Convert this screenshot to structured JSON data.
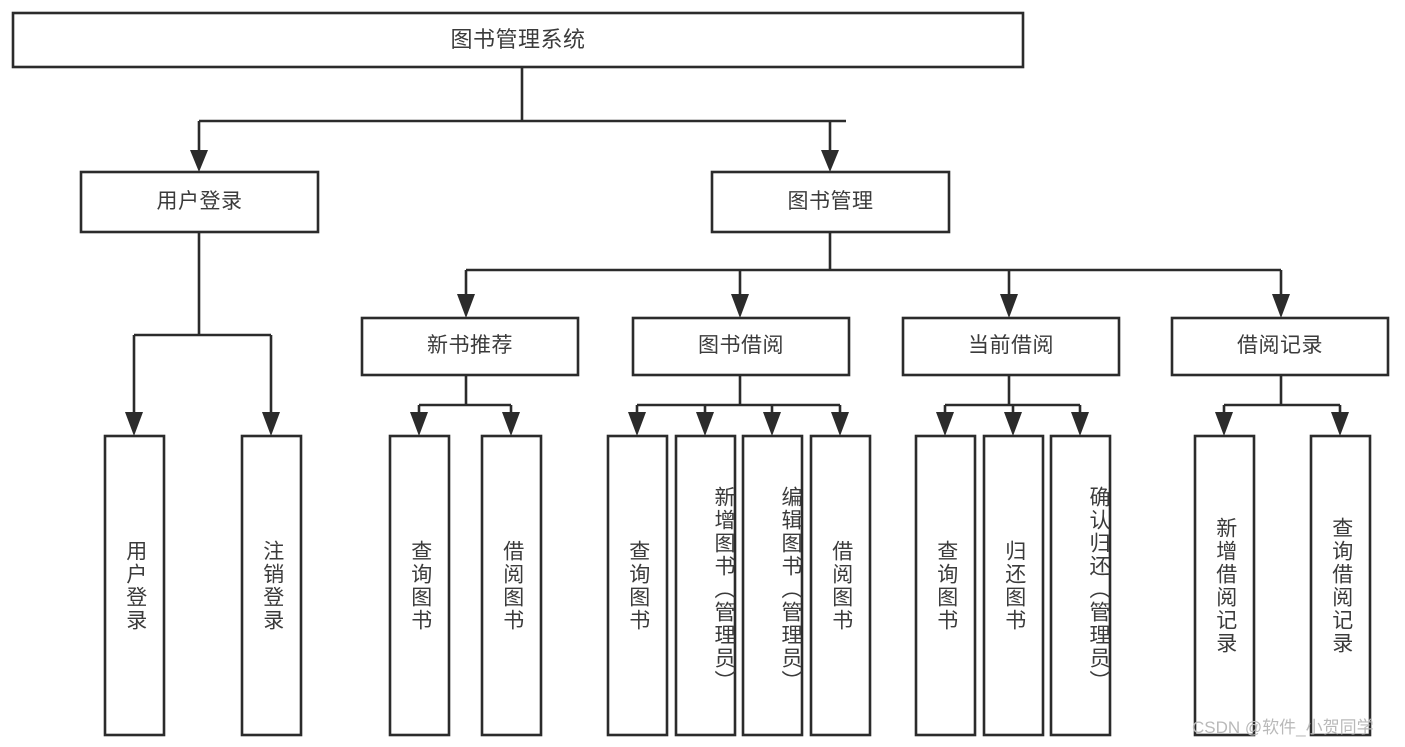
{
  "diagram": {
    "type": "hierarchy-tree",
    "title": "图书管理系统",
    "watermark": "CSDN @软件_小贺同学",
    "colors": {
      "stroke": "#2b2b2b",
      "fill": "#ffffff",
      "text": "#3b3b3b",
      "watermark": "#b9b9b9"
    },
    "levels": {
      "root": "图书管理系统",
      "level2": [
        "用户登录",
        "图书管理"
      ],
      "level3": [
        "新书推荐",
        "图书借阅",
        "当前借阅",
        "借阅记录"
      ]
    },
    "nodes": {
      "root": {
        "label": "图书管理系统"
      },
      "user_login": {
        "label": "用户登录"
      },
      "book_manage": {
        "label": "图书管理"
      },
      "new_book_rec": {
        "label": "新书推荐"
      },
      "book_borrow": {
        "label": "图书借阅"
      },
      "current_borrow": {
        "label": "当前借阅"
      },
      "borrow_record": {
        "label": "借阅记录"
      },
      "leaf_user_login": {
        "label": "用户登录"
      },
      "leaf_logout": {
        "label": "注销登录"
      },
      "leaf_query_book_1": {
        "label": "查询图书"
      },
      "leaf_borrow_book_1": {
        "label": "借阅图书"
      },
      "leaf_query_book_2": {
        "label": "查询图书"
      },
      "leaf_add_book": {
        "label": "新增图书（管理员）"
      },
      "leaf_edit_book": {
        "label": "编辑图书（管理员）"
      },
      "leaf_borrow_book_2": {
        "label": "借阅图书"
      },
      "leaf_query_book_3": {
        "label": "查询图书"
      },
      "leaf_return_book": {
        "label": "归还图书"
      },
      "leaf_confirm_return": {
        "label": "确认归还（管理员）"
      },
      "leaf_add_record": {
        "label": "新增借阅记录"
      },
      "leaf_query_record": {
        "label": "查询借阅记录"
      }
    },
    "edges": [
      {
        "from": "root",
        "to": "user_login"
      },
      {
        "from": "root",
        "to": "book_manage"
      },
      {
        "from": "user_login",
        "to": "leaf_user_login"
      },
      {
        "from": "user_login",
        "to": "leaf_logout"
      },
      {
        "from": "book_manage",
        "to": "new_book_rec"
      },
      {
        "from": "book_manage",
        "to": "book_borrow"
      },
      {
        "from": "book_manage",
        "to": "current_borrow"
      },
      {
        "from": "book_manage",
        "to": "borrow_record"
      },
      {
        "from": "new_book_rec",
        "to": "leaf_query_book_1"
      },
      {
        "from": "new_book_rec",
        "to": "leaf_borrow_book_1"
      },
      {
        "from": "book_borrow",
        "to": "leaf_query_book_2"
      },
      {
        "from": "book_borrow",
        "to": "leaf_add_book"
      },
      {
        "from": "book_borrow",
        "to": "leaf_edit_book"
      },
      {
        "from": "book_borrow",
        "to": "leaf_borrow_book_2"
      },
      {
        "from": "current_borrow",
        "to": "leaf_query_book_3"
      },
      {
        "from": "current_borrow",
        "to": "leaf_return_book"
      },
      {
        "from": "current_borrow",
        "to": "leaf_confirm_return"
      },
      {
        "from": "borrow_record",
        "to": "leaf_add_record"
      },
      {
        "from": "borrow_record",
        "to": "leaf_query_record"
      }
    ]
  }
}
